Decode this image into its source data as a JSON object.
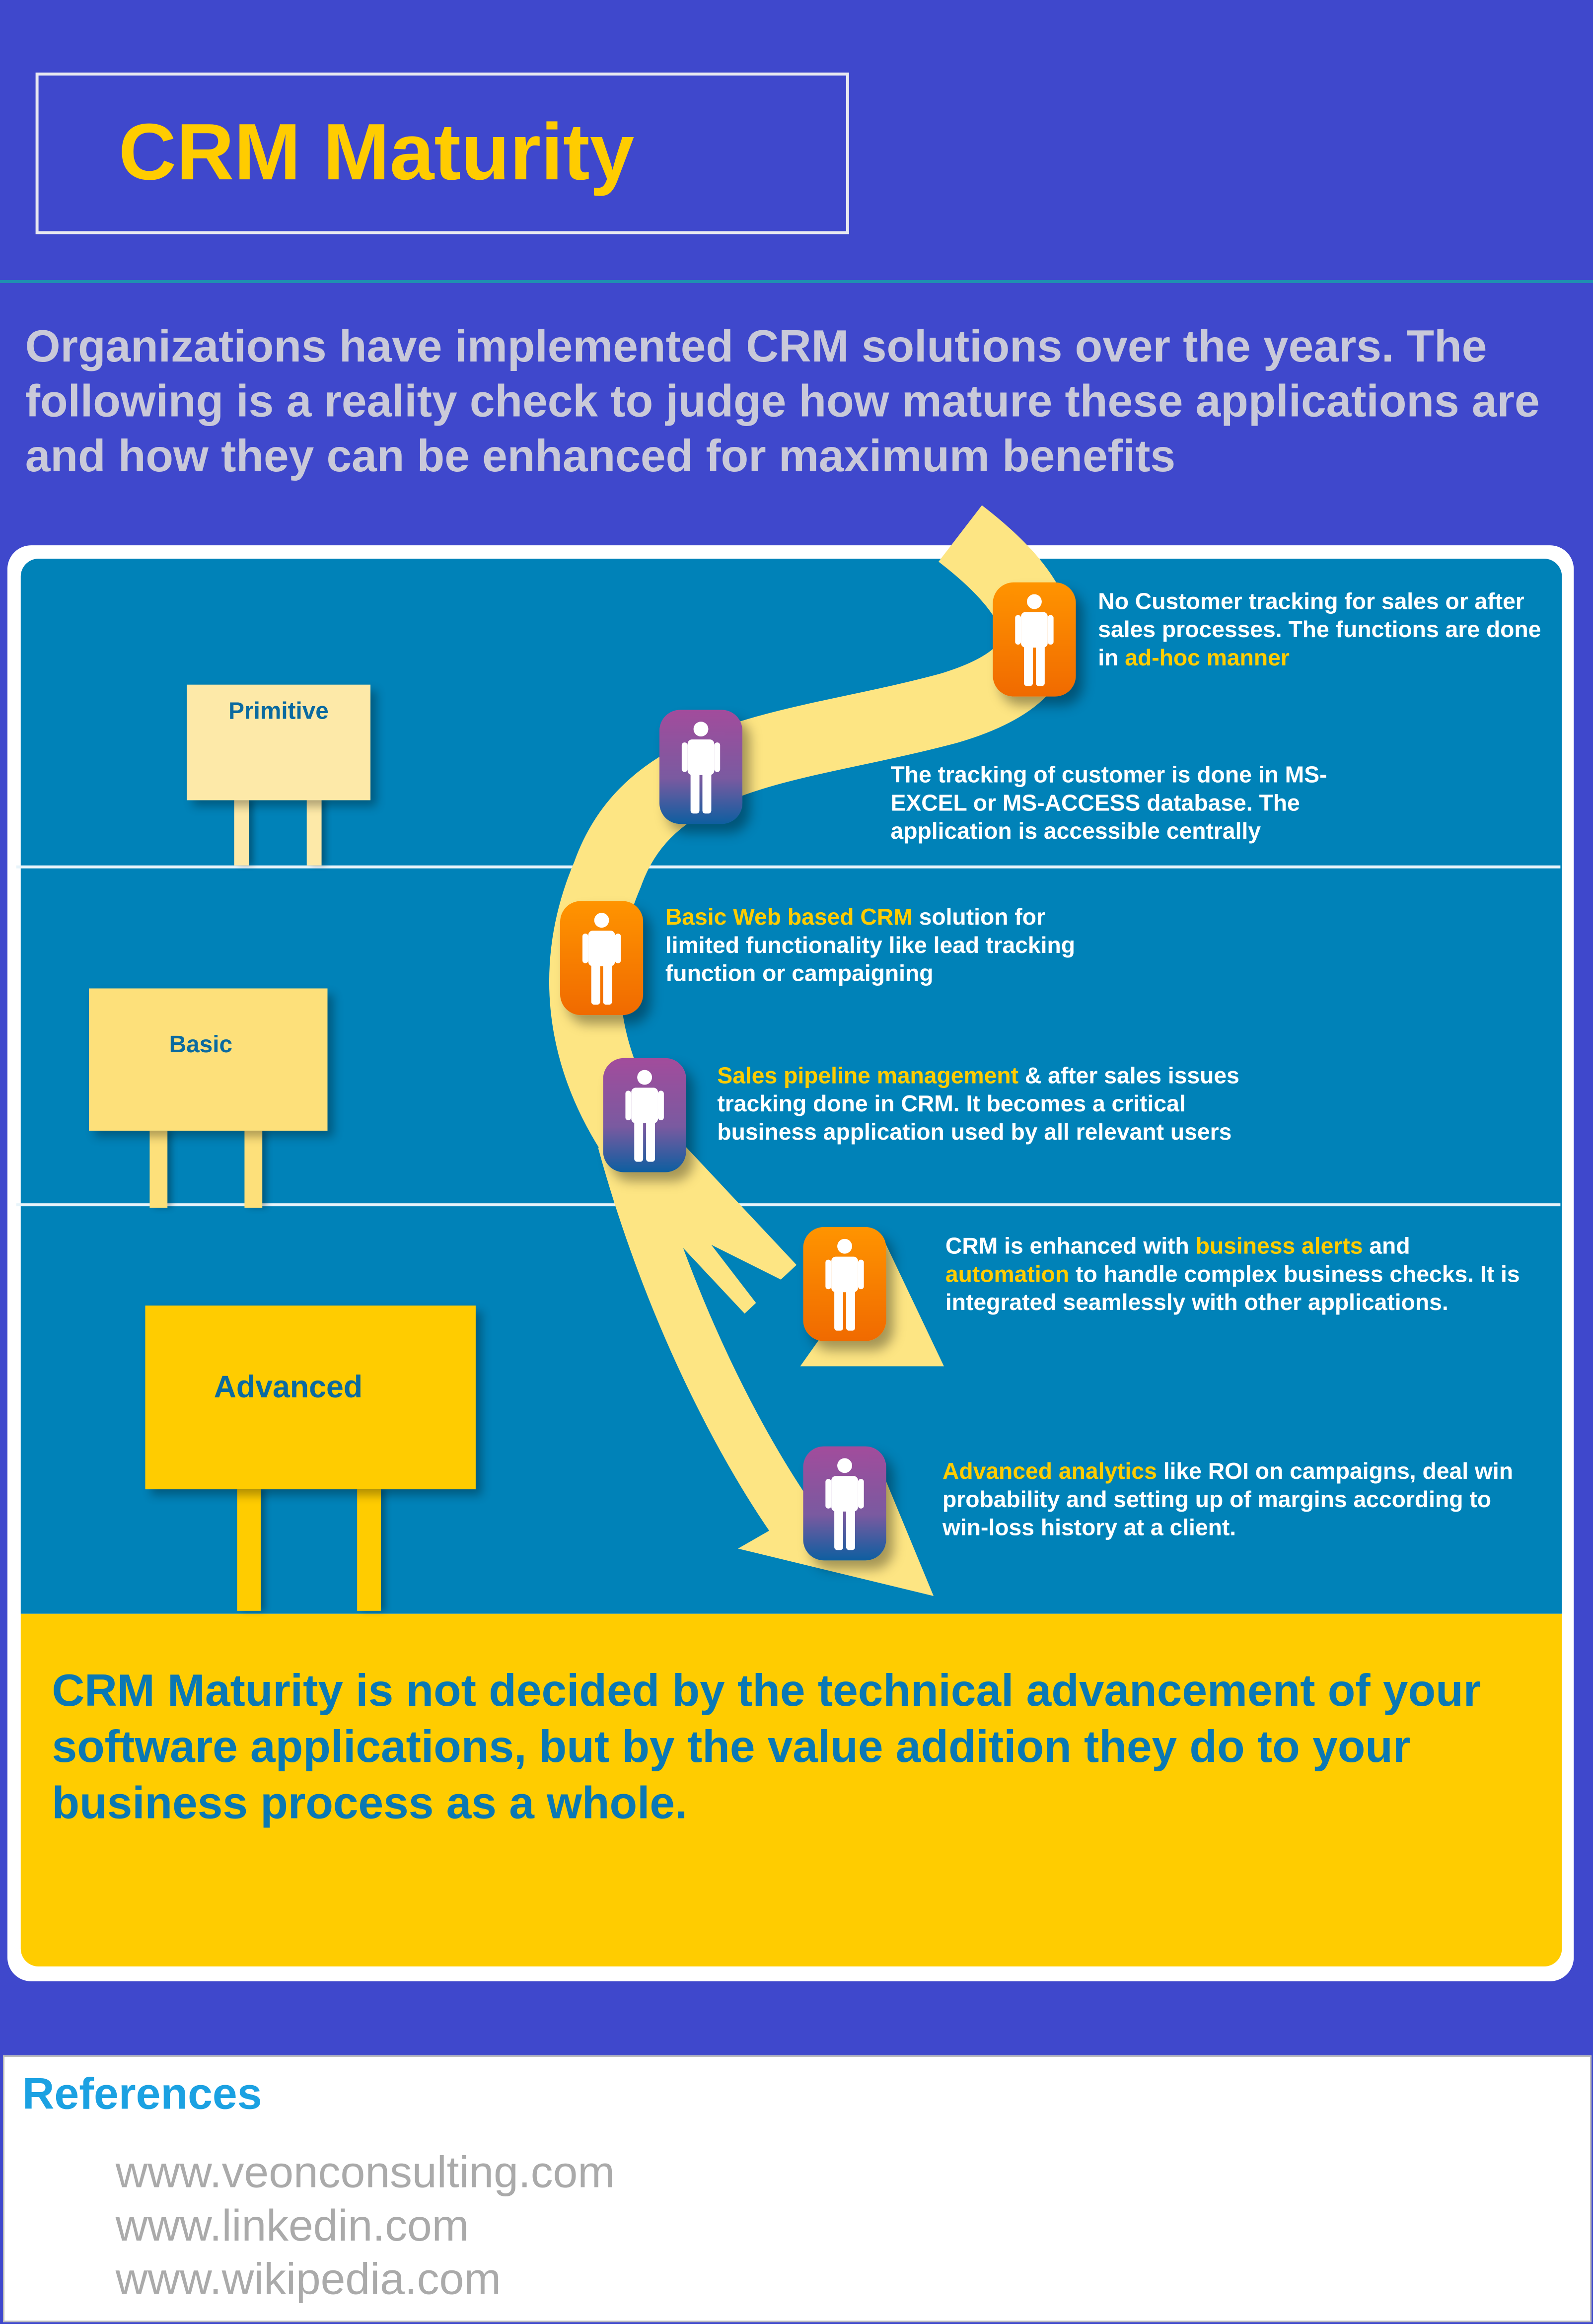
{
  "header": {
    "title": "CRM Maturity"
  },
  "intro": "Organizations have implemented CRM solutions over the years. The following is a reality check to judge how mature these applications are and how they can be enhanced for maximum benefits",
  "levels": [
    {
      "label": "Primitive"
    },
    {
      "label": "Basic"
    },
    {
      "label": "Advanced"
    }
  ],
  "steps": [
    {
      "highlight": "",
      "text_before": "No Customer tracking for sales or after sales processes. The functions are done in ",
      "highlight_end": "ad-hoc manner"
    },
    {
      "text": "The tracking of customer is done in MS-EXCEL or MS-ACCESS database. The application is accessible centrally"
    },
    {
      "highlight": "Basic Web based CRM",
      "text": " solution for limited functionality like lead tracking function or campaigning"
    },
    {
      "highlight": "Sales pipeline management",
      "text": " & after sales issues tracking done in CRM. It becomes a critical business application used by all relevant users"
    },
    {
      "text_a": "CRM is enhanced with ",
      "highlight_a": "business alerts",
      "text_b": " and ",
      "highlight_b": "automation",
      "text_c": " to handle complex business checks. It is integrated seamlessly with other applications."
    },
    {
      "highlight": "Advanced analytics",
      "text": " like ROI on campaigns, deal win probability and setting up of margins according to win-loss history at a client."
    }
  ],
  "quote": "CRM Maturity is not decided by the technical advancement of your software applications, but by the value addition they do to your business process as a whole.",
  "references": {
    "title": "References",
    "links": [
      "www.veonconsulting.com",
      "www.linkedin.com",
      "www.wikipedia.com"
    ]
  },
  "colors": {
    "background": "#3f48cc",
    "accent": "#ffcc00",
    "panel_blue": "#0082b8",
    "road": "#fde583"
  }
}
